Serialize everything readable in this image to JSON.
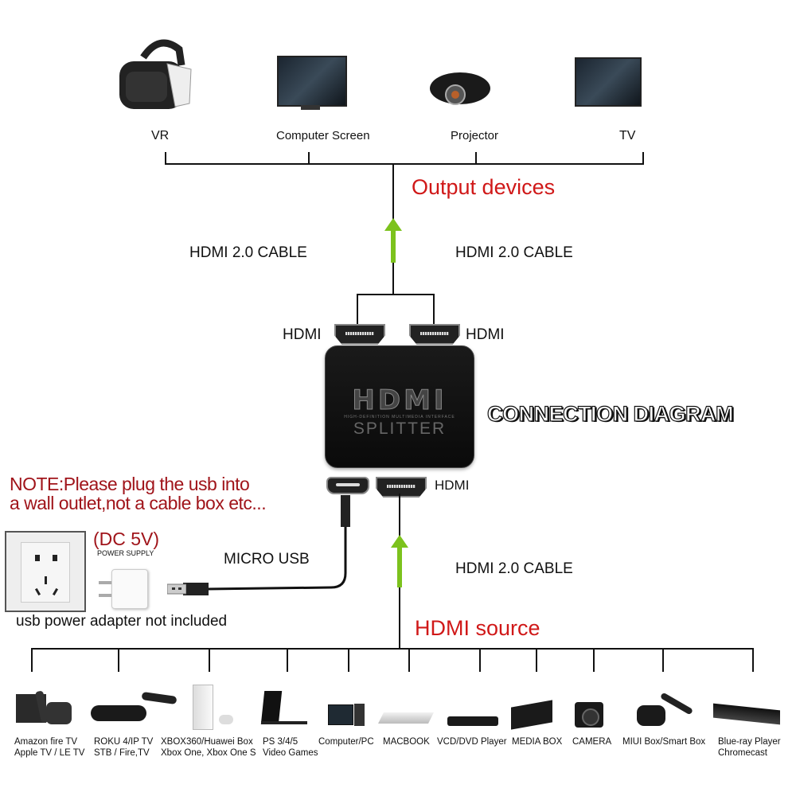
{
  "title": "CONNECTION DIAGRAM",
  "output": {
    "heading": "Output devices",
    "devices": [
      {
        "label": "VR",
        "icon": "vr-headset-icon"
      },
      {
        "label": "Computer Screen",
        "icon": "monitor-icon"
      },
      {
        "label": "Projector",
        "icon": "projector-icon"
      },
      {
        "label": "TV",
        "icon": "tv-icon"
      }
    ],
    "cable_left": "HDMI 2.0 CABLE",
    "cable_right": "HDMI 2.0 CABLE"
  },
  "splitter": {
    "logo": "HDMI",
    "logo_sub": "HIGH-DEFINITION MULTIMEDIA INTERFACE",
    "name": "SPLITTER",
    "out_port_left": "HDMI",
    "out_port_right": "HDMI",
    "in_port": "HDMI"
  },
  "power": {
    "note_line1": "NOTE:Please plug the usb into",
    "note_line2": "a wall outlet,not a cable box etc...",
    "voltage": "(DC 5V)",
    "supply_label": "POWER SUPPLY",
    "cable_label": "MICRO USB",
    "adapter_note": "usb power adapter not included"
  },
  "input": {
    "cable": "HDMI 2.0 CABLE",
    "heading": "HDMI source",
    "sources": [
      {
        "line1": "Amazon fire TV",
        "line2": "Apple TV / LE TV",
        "icon": "streaming-box-icon"
      },
      {
        "line1": "ROKU 4/IP TV",
        "line2": "STB / Fire,TV",
        "icon": "roku-icon"
      },
      {
        "line1": "XBOX360/Huawei Box",
        "line2": "Xbox One, Xbox One S",
        "icon": "xbox-icon"
      },
      {
        "line1": "PS 3/4/5",
        "line2": "Video Games",
        "icon": "playstation-icon"
      },
      {
        "line1": "Computer/PC",
        "line2": "",
        "icon": "computer-icon"
      },
      {
        "line1": "MACBOOK",
        "line2": "",
        "icon": "laptop-icon"
      },
      {
        "line1": "VCD/DVD Player",
        "line2": "",
        "icon": "dvd-player-icon"
      },
      {
        "line1": "MEDIA BOX",
        "line2": "",
        "icon": "media-box-icon"
      },
      {
        "line1": "CAMERA",
        "line2": "",
        "icon": "camera-icon"
      },
      {
        "line1": "MIUI Box/Smart Box",
        "line2": "",
        "icon": "smart-box-icon"
      },
      {
        "line1": "Blue-ray Player",
        "line2": "Chromecast",
        "icon": "bluray-player-icon"
      }
    ]
  },
  "colors": {
    "heading_red": "#d01818",
    "arrow_green": "#7cc21d"
  }
}
